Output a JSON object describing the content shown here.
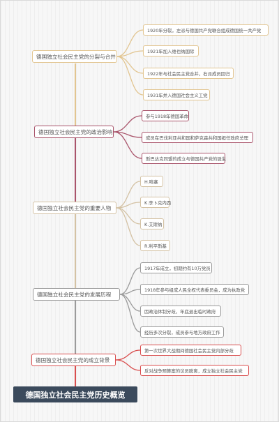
{
  "root": {
    "title": "德国独立社会民主党历史概览"
  },
  "branches": [
    {
      "label": "德国独立社会民主党的分裂与合并",
      "color": "#e2c590",
      "leaves": [
        "1920年分裂，左派与德国共产党联合组成德国统一共产党",
        "1921年加入维也纳国际",
        "1922年与社会民主党合并，右派成员回归",
        "1931年并入德国社会主义工党"
      ]
    },
    {
      "label": "德国独立社会民主党的政治影响",
      "color": "#a9546b",
      "leaves": [
        "参与1918年德国革命",
        "成员在巴伐利亚共和国和萨克森共和国担任政府总理",
        "斯巴达克同盟的成立与德国共产党的诞生"
      ]
    },
    {
      "label": "德国独立社会民主党的重要人物",
      "color": "#d4c2a4",
      "leaves": [
        "H.哈塞",
        "K.李卜克内西",
        "K.艾斯纳",
        "R.利平斯基"
      ]
    },
    {
      "label": "德国独立社会民主党的发展历程",
      "color": "#9b9b9b",
      "leaves": [
        "1917年成立，初期约有10万党员",
        "1918年参与组成人民全权代表委员会，成为执政党",
        "因政治体制分歧，年底退出临时政府",
        "经历多次分裂，成员参与地方政府工作"
      ]
    },
    {
      "label": "德国独立社会民主党的成立背景",
      "color": "#d94e4e",
      "leaves": [
        "第一次世界大战期间德国社会民主党内部分歧",
        "反对战争预算案的议员脱离，成立独立社会民主党"
      ]
    }
  ]
}
